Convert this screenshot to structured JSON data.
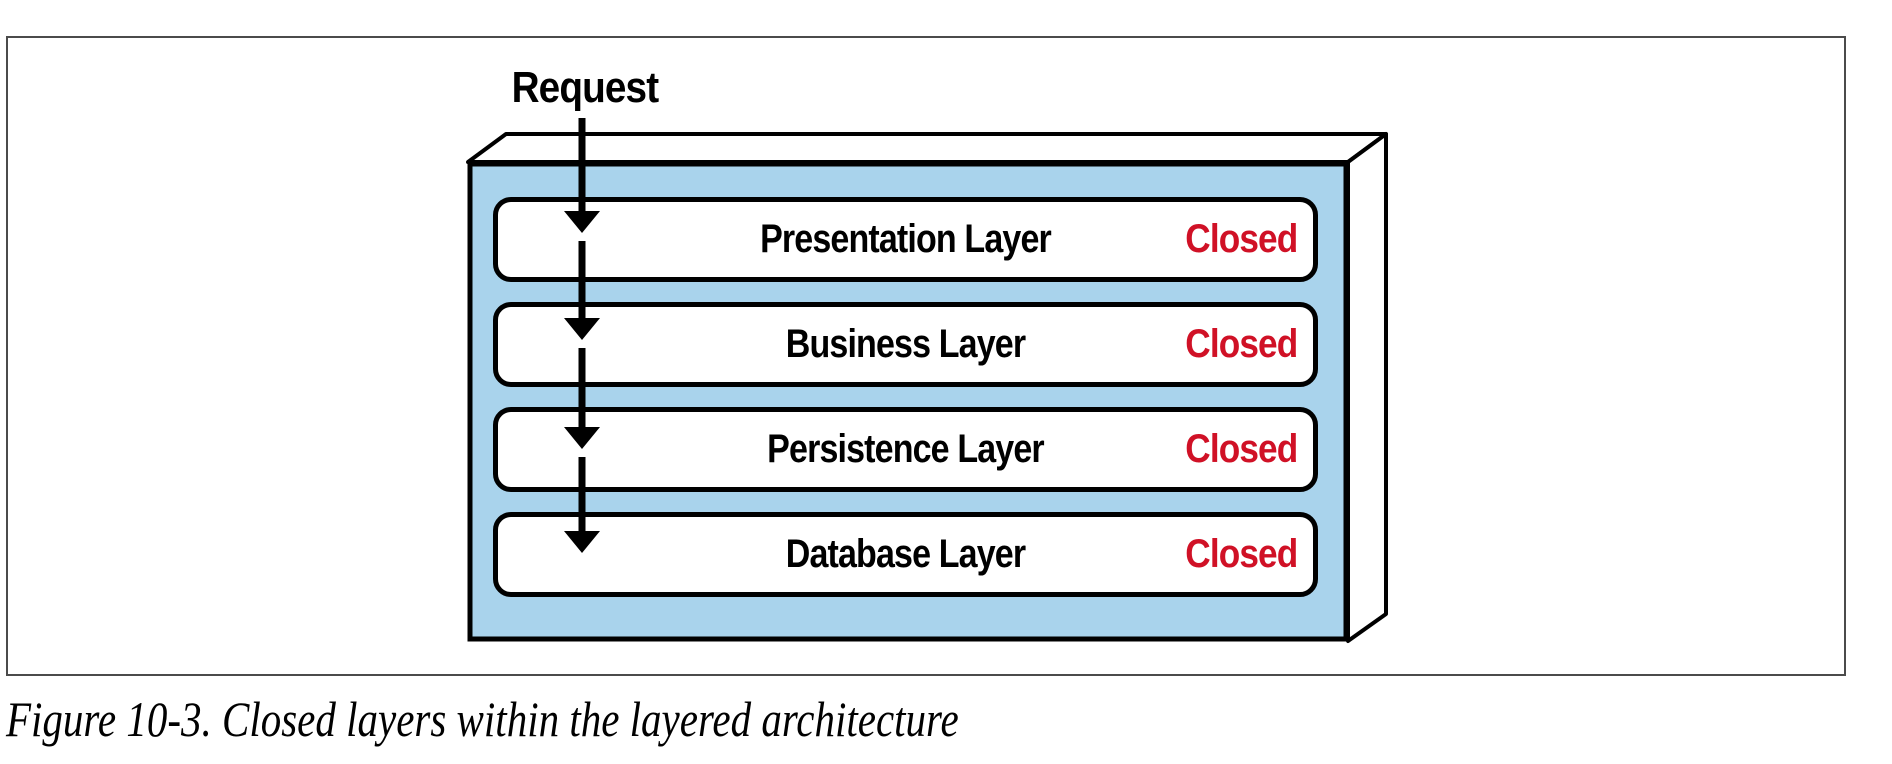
{
  "figure": {
    "request_label": "Request",
    "layers": [
      {
        "name": "Presentation Layer",
        "status": "Closed"
      },
      {
        "name": "Business Layer",
        "status": "Closed"
      },
      {
        "name": "Persistence Layer",
        "status": "Closed"
      },
      {
        "name": "Database Layer",
        "status": "Closed"
      }
    ],
    "caption": "Figure 10-3. Closed layers within the layered architecture"
  },
  "colors": {
    "layer-panel-blue": "#a9d3ec",
    "closed-red": "#d01126",
    "outline-black": "#000000",
    "frame-border-gray": "#4b4b4b"
  }
}
